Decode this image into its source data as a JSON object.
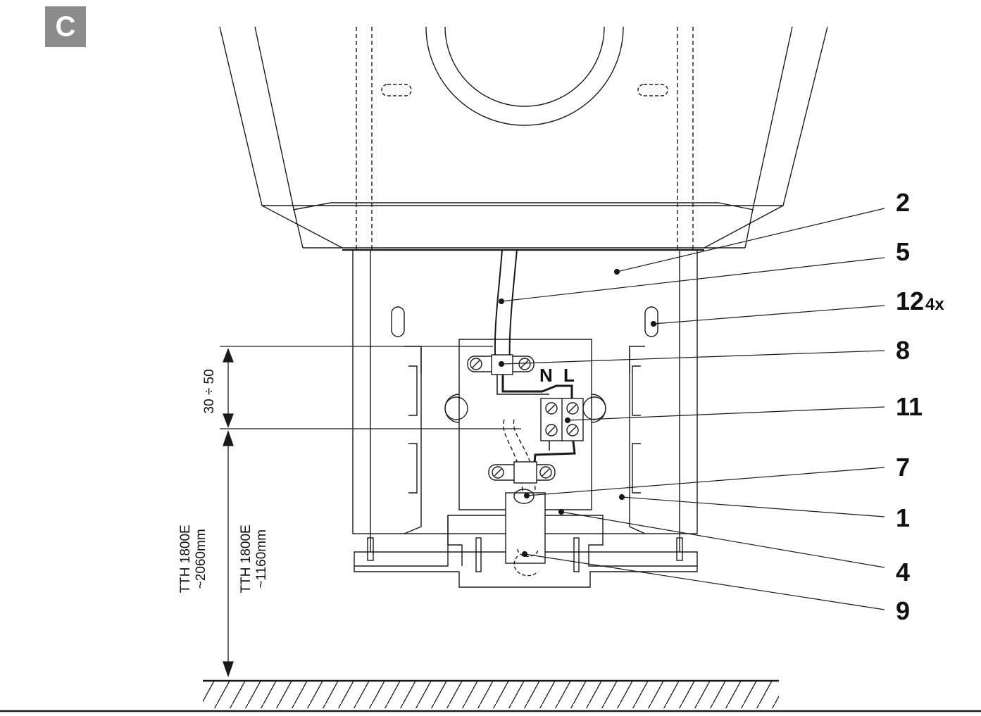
{
  "panel_label": "C",
  "terminal_labels": {
    "neutral": "N",
    "live": "L"
  },
  "callouts": [
    {
      "number": "2",
      "suffix": ""
    },
    {
      "number": "5",
      "suffix": ""
    },
    {
      "number": "12",
      "suffix": "4x"
    },
    {
      "number": "8",
      "suffix": ""
    },
    {
      "number": "11",
      "suffix": ""
    },
    {
      "number": "7",
      "suffix": ""
    },
    {
      "number": "1",
      "suffix": ""
    },
    {
      "number": "4",
      "suffix": ""
    },
    {
      "number": "9",
      "suffix": ""
    }
  ],
  "dimensions": {
    "gap": "30 ÷ 50",
    "height_a_model": "TTH 1800E",
    "height_a_value": "~2060mm",
    "height_b_model": "TTH 1800E",
    "height_b_value": "~1160mm"
  },
  "colors": {
    "line": "#1a1a1a",
    "badge": "#8c8c8c"
  }
}
